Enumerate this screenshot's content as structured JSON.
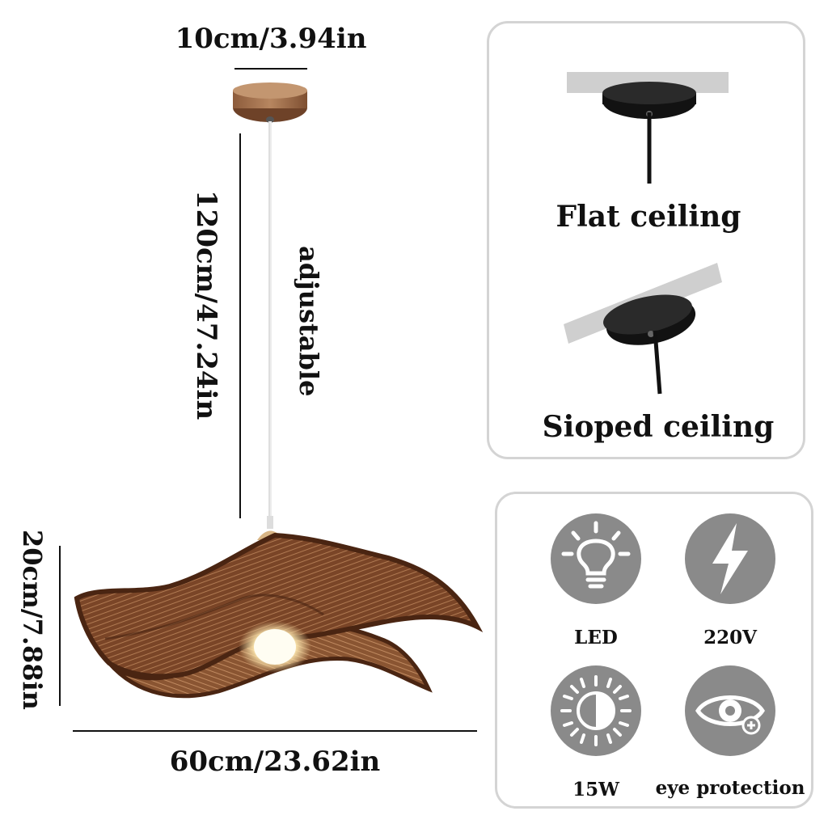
{
  "dimensions": {
    "base_width": "10cm/3.94in",
    "cord_length": "120cm/47.24in",
    "cord_note": "adjustable",
    "shade_height": "20cm/7.88in",
    "shade_width": "60cm/23.62in"
  },
  "mounting": {
    "flat_label": "Flat ceiling",
    "sloped_label": "Sioped ceiling"
  },
  "features": [
    {
      "icon": "bulb-icon",
      "label": "LED"
    },
    {
      "icon": "lightning-icon",
      "label": "220V"
    },
    {
      "icon": "brightness-icon",
      "label": "15W"
    },
    {
      "icon": "eye-protection-icon",
      "label": "eye protection"
    }
  ],
  "colors": {
    "shade": "#6b3a1f",
    "canopy": "#a0714d",
    "icon_bg": "#8a8a8a",
    "panel_border": "#d4d4d4"
  }
}
